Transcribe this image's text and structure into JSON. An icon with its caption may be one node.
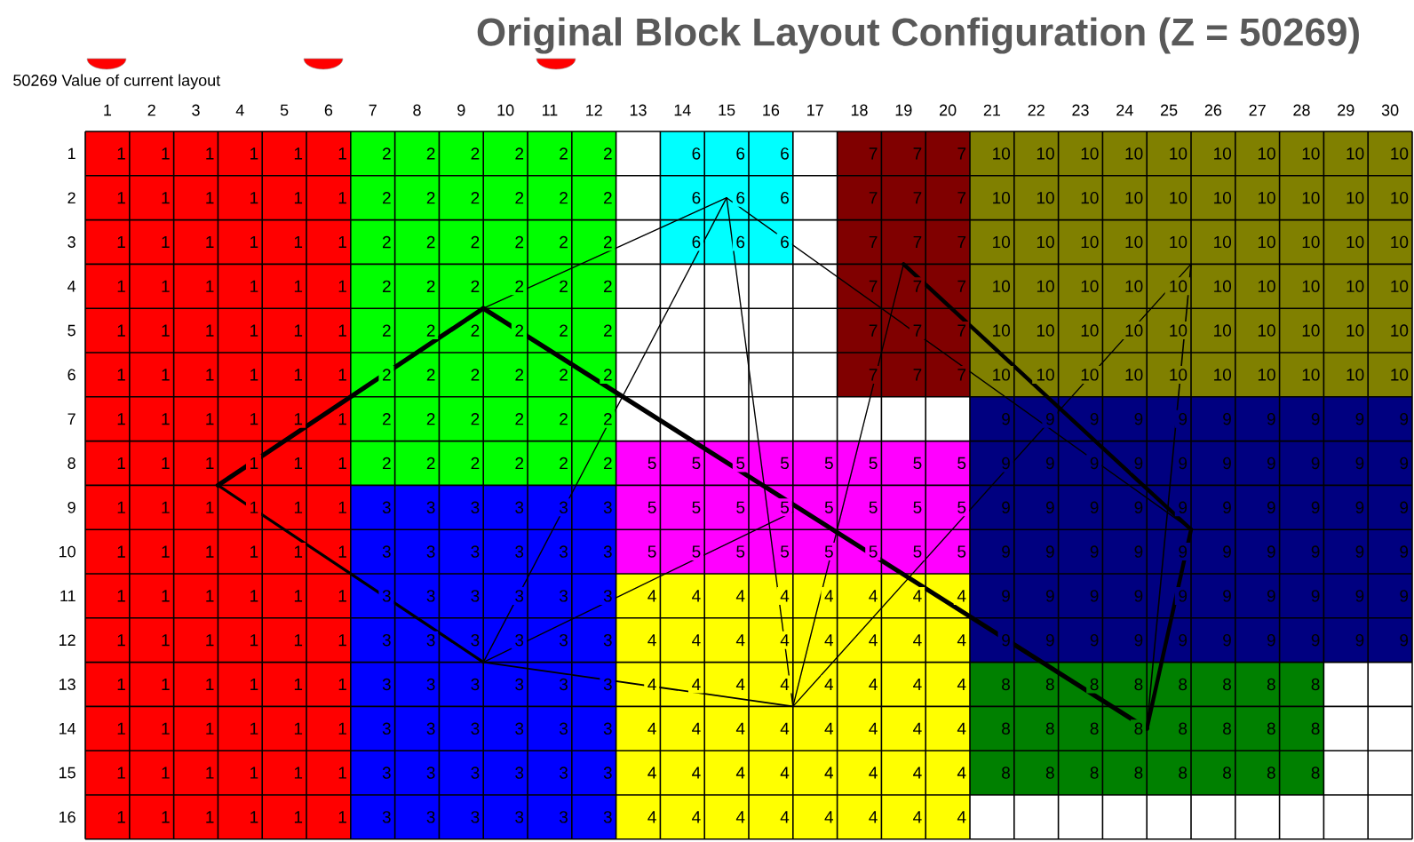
{
  "diagram": {
    "title": "Original Block Layout Configuration (Z = 50269)",
    "labels": [
      "50269 Value of current layout",
      "1",
      "2",
      "3",
      "4",
      "5",
      "6",
      "7",
      "8",
      "9",
      "10",
      "11",
      "12",
      "13",
      "14",
      "15",
      "16",
      "17",
      "18",
      "19",
      "20",
      "21",
      "22",
      "23",
      "24",
      "25",
      "26",
      "27",
      "28",
      "29",
      "30",
      "1",
      "1",
      "1",
      "1",
      "1",
      "1",
      "1",
      "2",
      "2",
      "2",
      "2",
      "2",
      "2",
      "6",
      "6",
      "6",
      "7",
      "7",
      "7",
      "10",
      "10",
      "10",
      "10",
      "10",
      "10",
      "10",
      "10",
      "10",
      "10",
      "2",
      "1",
      "1",
      "1",
      "1",
      "1",
      "1",
      "2",
      "2",
      "2",
      "2",
      "2",
      "2",
      "6",
      "6",
      "6",
      "7",
      "7",
      "7",
      "10",
      "10",
      "10",
      "10",
      "10",
      "10",
      "10",
      "10",
      "10",
      "10",
      "3",
      "1",
      "1",
      "1",
      "1",
      "1",
      "1",
      "2",
      "2",
      "2",
      "2",
      "2",
      "2",
      "6",
      "6",
      "6",
      "7",
      "7",
      "7",
      "10",
      "10",
      "10",
      "10",
      "10",
      "10",
      "10",
      "10",
      "10",
      "10",
      "4",
      "1",
      "1",
      "1",
      "1",
      "1",
      "1",
      "2",
      "2",
      "2",
      "2",
      "2",
      "2",
      "7",
      "7",
      "7",
      "10",
      "10",
      "10",
      "10",
      "10",
      "10",
      "10",
      "10",
      "10",
      "10",
      "5",
      "1",
      "1",
      "1",
      "1",
      "1",
      "1",
      "2",
      "2",
      "2",
      "2",
      "2",
      "2",
      "7",
      "7",
      "7",
      "10",
      "10",
      "10",
      "10",
      "10",
      "10",
      "10",
      "10",
      "10",
      "10",
      "6",
      "1",
      "1",
      "1",
      "1",
      "1",
      "1",
      "2",
      "2",
      "2",
      "2",
      "2",
      "2",
      "7",
      "7",
      "7",
      "10",
      "10",
      "10",
      "10",
      "10",
      "10",
      "10",
      "10",
      "10",
      "10",
      "7",
      "1",
      "1",
      "1",
      "1",
      "1",
      "1",
      "2",
      "2",
      "2",
      "2",
      "2",
      "2",
      "9",
      "9",
      "9",
      "9",
      "9",
      "9",
      "9",
      "9",
      "9",
      "9",
      "8",
      "1",
      "1",
      "1",
      "1",
      "1",
      "1",
      "2",
      "2",
      "2",
      "2",
      "2",
      "2",
      "5",
      "5",
      "5",
      "5",
      "5",
      "5",
      "5",
      "5",
      "9",
      "9",
      "9",
      "9",
      "9",
      "9",
      "9",
      "9",
      "9",
      "9",
      "9",
      "1",
      "1",
      "1",
      "1",
      "1",
      "1",
      "3",
      "3",
      "3",
      "3",
      "3",
      "3",
      "5",
      "5",
      "5",
      "5",
      "5",
      "5",
      "5",
      "5",
      "9",
      "9",
      "9",
      "9",
      "9",
      "9",
      "9",
      "9",
      "9",
      "9",
      "10",
      "1",
      "1",
      "1",
      "1",
      "1",
      "1",
      "3",
      "3",
      "3",
      "3",
      "3",
      "3",
      "5",
      "5",
      "5",
      "5",
      "5",
      "5",
      "5",
      "5",
      "9",
      "9",
      "9",
      "9",
      "9",
      "9",
      "9",
      "9",
      "9",
      "9",
      "11",
      "1",
      "1",
      "1",
      "1",
      "1",
      "1",
      "3",
      "3",
      "3",
      "3",
      "3",
      "3",
      "4",
      "4",
      "4",
      "4",
      "4",
      "4",
      "4",
      "4",
      "9",
      "9",
      "9",
      "9",
      "9",
      "9",
      "9",
      "9",
      "9",
      "9",
      "12",
      "1",
      "1",
      "1",
      "1",
      "1",
      "1",
      "3",
      "3",
      "3",
      "3",
      "3",
      "3",
      "4",
      "4",
      "4",
      "4",
      "4",
      "4",
      "4",
      "4",
      "9",
      "9",
      "9",
      "9",
      "9",
      "9",
      "9",
      "9",
      "9",
      "9",
      "13",
      "1",
      "1",
      "1",
      "1",
      "1",
      "1",
      "3",
      "3",
      "3",
      "3",
      "3",
      "3",
      "4",
      "4",
      "4",
      "4",
      "4",
      "4",
      "4",
      "4",
      "8",
      "8",
      "8",
      "8",
      "8",
      "8",
      "8",
      "8",
      "14",
      "1",
      "1",
      "1",
      "1",
      "1",
      "1",
      "3",
      "3",
      "3",
      "3",
      "3",
      "3",
      "4",
      "4",
      "4",
      "4",
      "4",
      "4",
      "4",
      "4",
      "8",
      "8",
      "8",
      "8",
      "8",
      "8",
      "8",
      "8",
      "15",
      "1",
      "1",
      "1",
      "1",
      "1",
      "1",
      "3",
      "3",
      "3",
      "3",
      "3",
      "3",
      "4",
      "4",
      "4",
      "4",
      "4",
      "4",
      "4",
      "4",
      "8",
      "8",
      "8",
      "8",
      "8",
      "8",
      "8",
      "8",
      "16",
      "1",
      "1",
      "1",
      "1",
      "1",
      "1",
      "3",
      "3",
      "3",
      "3",
      "3",
      "3",
      "4",
      "4",
      "4",
      "4",
      "4",
      "4",
      "4",
      "4"
    ]
  }
}
